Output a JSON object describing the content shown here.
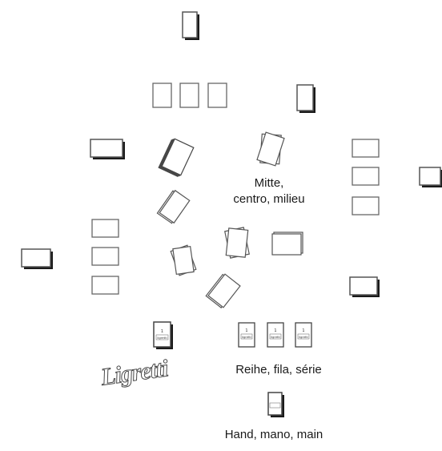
{
  "labels": {
    "center": "Mitte,\ncentro, milieu",
    "row": "Reihe, fila, série",
    "hand": "Hand, mano, main"
  },
  "logo": {
    "text": "Ligretti",
    "style": "outlined script wordmark"
  },
  "card_face_text": {
    "small": "1",
    "brand": "ligretti"
  },
  "colors": {
    "card_stroke": "#555555",
    "card_shadow": "#1a1a1a",
    "background": "#ffffff",
    "text": "#1a1a1a"
  }
}
